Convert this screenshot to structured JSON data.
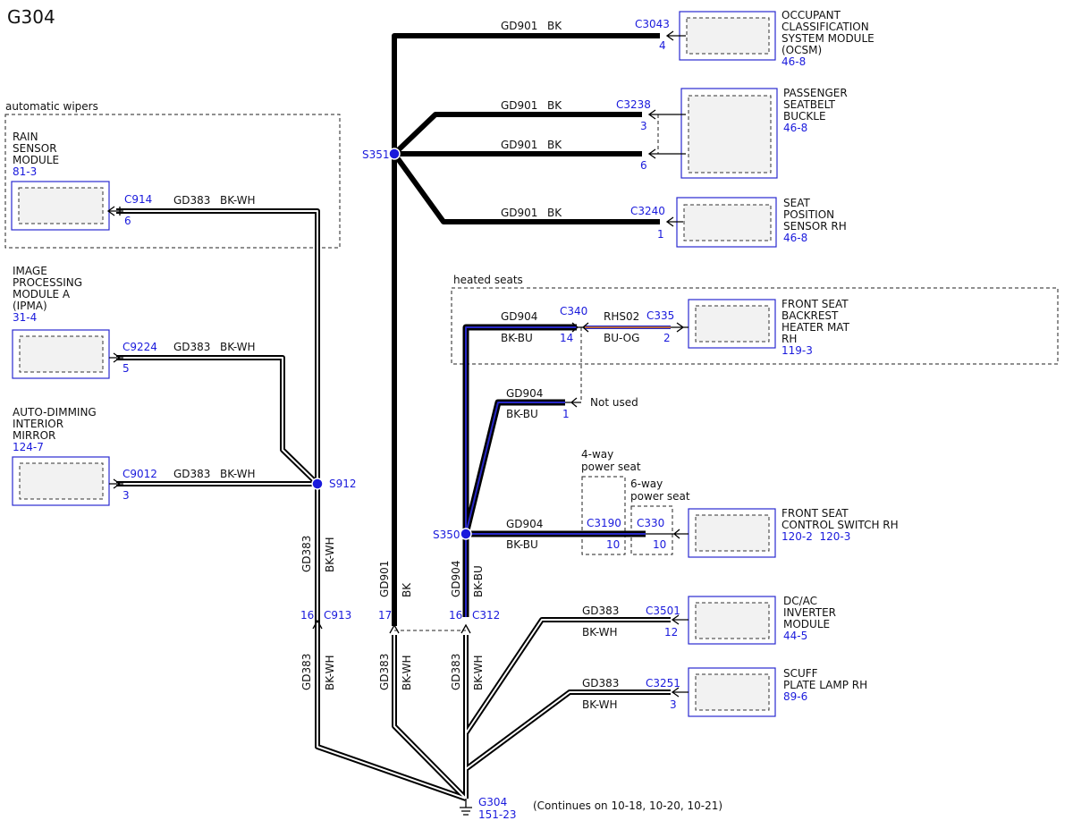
{
  "page_title": "G304",
  "groups": {
    "automatic_wipers": "automatic wipers",
    "heated_seats": "heated seats",
    "four_way": [
      "4-way",
      "power seat"
    ],
    "six_way": [
      "6-way",
      "power seat"
    ]
  },
  "components": {
    "ocsm": {
      "lines": [
        "OCCUPANT",
        "CLASSIFICATION",
        "SYSTEM MODULE",
        "(OCSM)"
      ],
      "ref": "46-8"
    },
    "seatbelt": {
      "lines": [
        "PASSENGER",
        "SEATBELT",
        "BUCKLE"
      ],
      "ref": "46-8"
    },
    "seat_position": {
      "lines": [
        "SEAT",
        "POSITION",
        "SENSOR RH"
      ],
      "ref": "46-8"
    },
    "rain_sensor": {
      "lines": [
        "RAIN",
        "SENSOR",
        "MODULE"
      ],
      "ref": "81-3"
    },
    "ipma": {
      "lines": [
        "IMAGE",
        "PROCESSING",
        "MODULE A",
        "(IPMA)"
      ],
      "ref": "31-4"
    },
    "mirror": {
      "lines": [
        "AUTO-DIMMING",
        "INTERIOR",
        "MIRROR"
      ],
      "ref": "124-7"
    },
    "heater_mat": {
      "lines": [
        "FRONT SEAT",
        "BACKREST",
        "HEATER MAT",
        "RH"
      ],
      "ref": "119-3"
    },
    "control_switch": {
      "lines": [
        "FRONT SEAT",
        "CONTROL SWITCH RH"
      ],
      "ref": "120-2  120-3"
    },
    "inverter": {
      "lines": [
        "DC/AC",
        "INVERTER",
        "MODULE"
      ],
      "ref": "44-5"
    },
    "scuff_lamp": {
      "lines": [
        "SCUFF",
        "PLATE LAMP RH"
      ],
      "ref": "89-6"
    }
  },
  "connectors": {
    "c3043": {
      "name": "C3043",
      "pin": "4"
    },
    "c3238a": {
      "name": "C3238",
      "pin": "3"
    },
    "c3238b": {
      "pin": "6"
    },
    "c3240": {
      "name": "C3240",
      "pin": "1"
    },
    "c914": {
      "name": "C914",
      "pin": "6"
    },
    "c9224": {
      "name": "C9224",
      "pin": "5"
    },
    "c9012": {
      "name": "C9012",
      "pin": "3"
    },
    "c340": {
      "name": "C340",
      "pin": "14"
    },
    "c340b": {
      "pin": "1"
    },
    "c335": {
      "name": "C335",
      "pin": "2"
    },
    "c3190": {
      "name": "C3190",
      "pin": "10"
    },
    "c330": {
      "name": "C330",
      "pin": "10"
    },
    "c913": {
      "name": "C913",
      "pin": "16"
    },
    "c312": {
      "name": "C312",
      "pin17": "17",
      "pin16": "16"
    },
    "c3501": {
      "name": "C3501",
      "pin": "12"
    },
    "c3251": {
      "name": "C3251",
      "pin": "3"
    }
  },
  "splices": {
    "s351": "S351",
    "s912": "S912",
    "s350": "S350"
  },
  "ground": {
    "name": "G304",
    "ref": "151-23"
  },
  "wires": {
    "gd901": "GD901",
    "bk": "BK",
    "gd383": "GD383",
    "bkwh": "BK-WH",
    "gd904": "GD904",
    "bkbu": "BK-BU",
    "rhs02": "RHS02",
    "buog": "BU-OG"
  },
  "notes": {
    "not_used": "Not used",
    "continues": "(Continues on 10-18, 10-20, 10-21)"
  },
  "colors": {
    "wire_black": "#000000",
    "wire_blue": "#2828c8",
    "wire_orange": "#e07a10",
    "label_blue": "#1a1adc"
  }
}
